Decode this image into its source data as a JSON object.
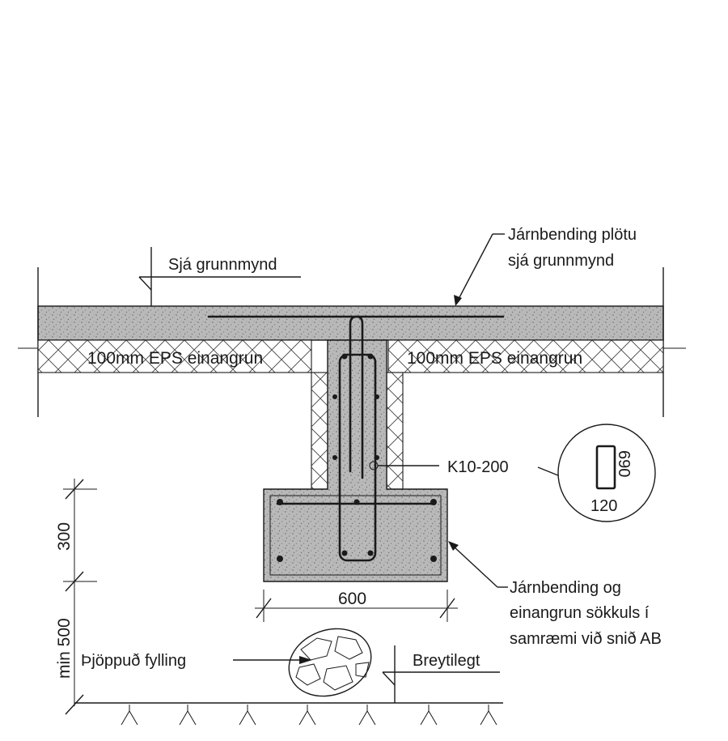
{
  "labels": {
    "slab_section_ref": "Sjá grunnmynd",
    "slab_rebar_line1": "Járnbending plötu",
    "slab_rebar_line2": "sjá grunnmynd",
    "insulation_left": "100mm EPS einangrun",
    "insulation_right": "100mm EPS einangrun",
    "stirrup": "K10-200",
    "stirrup_width": "120",
    "stirrup_height": "690",
    "footing_width": "600",
    "footing_height": "300",
    "fill_depth": "min 500",
    "footing_note_line1": "Járnbending og",
    "footing_note_line2": "einangrun sökkuls í",
    "footing_note_line3": "samræmi við snið AB",
    "compacted_fill": "Þjöppuð fylling",
    "variable_level": "Breytilegt"
  }
}
